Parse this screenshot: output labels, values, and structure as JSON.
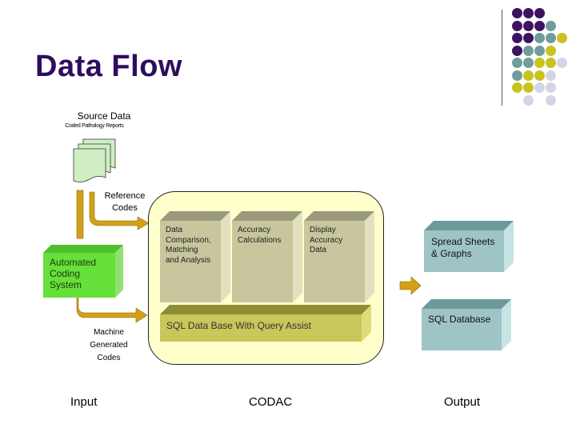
{
  "slide": {
    "title": "Data Flow",
    "colors": {
      "title": "#2e0d5e",
      "dot_purple": "#3d1361",
      "dot_teal": "#6f9c9d",
      "dot_yellow": "#c9c31e",
      "dot_lavender": "#d4d4e6",
      "arrow": "#d4a017",
      "acs_box": "#66e03a",
      "codac_panel": "#ffffcc",
      "module_box": "#c7c69d",
      "sql_bar": "#c9c65a",
      "output_box": "#9fc4c6"
    }
  },
  "input": {
    "source_title": "Source Data",
    "source_subtitle": "Coded Pathology Reports",
    "document_icon": "document-stack-icon",
    "reference_codes": [
      "Reference",
      "Codes"
    ],
    "automated_coding": [
      "Automated",
      "Coding",
      "System"
    ],
    "machine_codes": [
      "Machine",
      "Generated",
      "Codes"
    ],
    "section_label": "Input"
  },
  "codac": {
    "modules": [
      {
        "lines": [
          "Data",
          "Comparison,",
          "Matching",
          "and Analysis"
        ]
      },
      {
        "lines": [
          "Accuracy",
          "Calculations"
        ]
      },
      {
        "lines": [
          "Display",
          "Accuracy",
          "Data"
        ]
      }
    ],
    "database": "SQL Data Base With Query Assist",
    "section_label": "CODAC"
  },
  "output": {
    "items": [
      {
        "lines": [
          "Spread Sheets",
          "& Graphs"
        ]
      },
      {
        "lines": [
          "SQL Database"
        ]
      }
    ],
    "section_label": "Output"
  }
}
